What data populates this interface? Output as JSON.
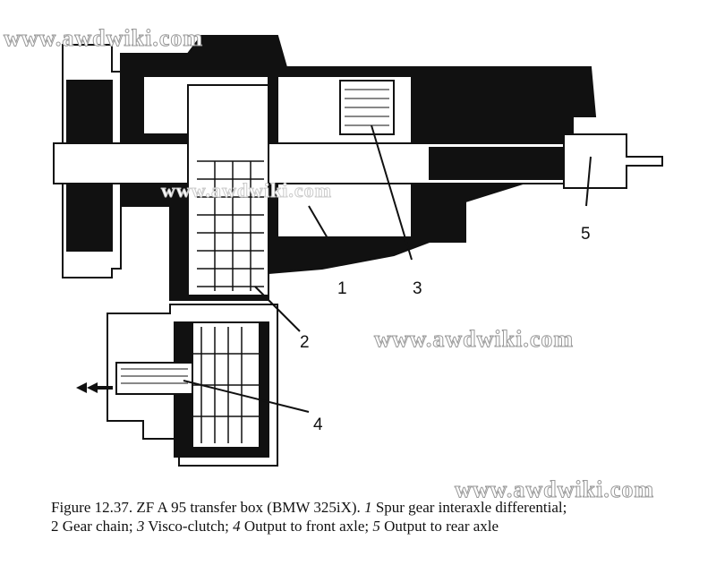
{
  "watermark": "www.awdwiki.com",
  "callouts": {
    "c1": "1",
    "c2": "2",
    "c3": "3",
    "c4": "4",
    "c5": "5"
  },
  "arrow_glyph": "double-arrow-left",
  "caption": {
    "line1_a": "Figure 12.37.  ZF A 95 transfer box  (BMW 325iX). ",
    "n1": "1",
    "t1": "  Spur gear interaxle differential;",
    "n2": "2",
    "t2": "  Gear chain; ",
    "n3": "3",
    "t3": "  Visco-clutch; ",
    "n4": "4",
    "t4": "  Output to front axle; ",
    "n5": "5",
    "t5": "  Output to rear axle"
  }
}
